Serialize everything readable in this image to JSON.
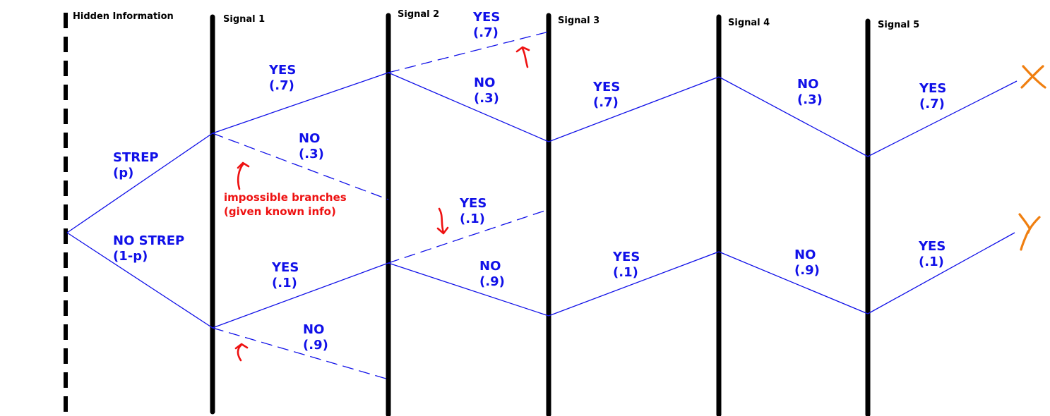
{
  "headers": {
    "hidden": "Hidden Information",
    "s1": "Signal 1",
    "s2": "Signal 2",
    "s3": "Signal 3",
    "s4": "Signal 4",
    "s5": "Signal 5"
  },
  "root_branches": {
    "strep": [
      "STREP",
      "(p)"
    ],
    "no_strep": [
      "NO STREP",
      "(1-p)"
    ]
  },
  "strep_path": {
    "s1_yes": [
      "YES",
      "(.7)"
    ],
    "s1_no": [
      "NO",
      "(.3)"
    ],
    "s2_yes": [
      "YES",
      "(.7)"
    ],
    "s2_no": [
      "NO",
      "(.3)"
    ],
    "s3_yes": [
      "YES",
      "(.7)"
    ],
    "s4_no": [
      "NO",
      "(.3)"
    ],
    "s5_yes": [
      "YES",
      "(.7)"
    ],
    "outcome": "X"
  },
  "no_strep_path": {
    "s1_yes": [
      "YES",
      "(.1)"
    ],
    "s1_no": [
      "NO",
      "(.9)"
    ],
    "s2_yes": [
      "YES",
      "(.1)"
    ],
    "s2_no": [
      "NO",
      "(.9)"
    ],
    "s3_yes": [
      "YES",
      "(.1)"
    ],
    "s4_no": [
      "NO",
      "(.9)"
    ],
    "s5_yes": [
      "YES",
      "(.1)"
    ],
    "outcome": "Y"
  },
  "annotation": {
    "line1": "impossible branches",
    "line2": "(given known info)"
  },
  "colors": {
    "branch": "#1010e8",
    "annotation": "#ee1111",
    "outcome": "#f07f10",
    "axis": "#000000"
  }
}
